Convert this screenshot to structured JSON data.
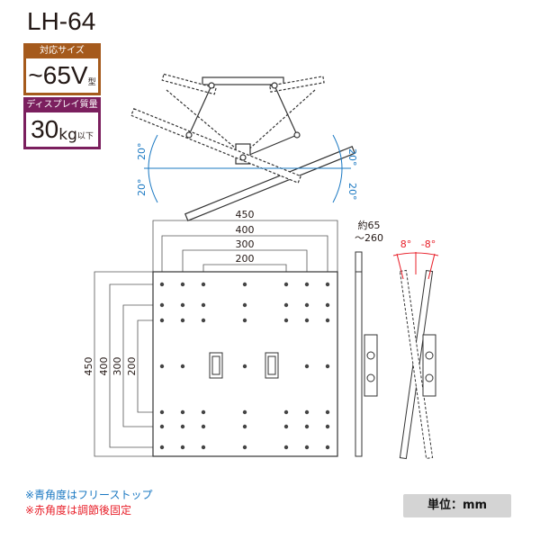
{
  "model": "LH-64",
  "size_box": {
    "header": "対応サイズ",
    "value": "~65V",
    "suffix": "型"
  },
  "weight_box": {
    "header": "ディスプレイ質量",
    "value": "30",
    "unit": "kg",
    "suffix": "以下"
  },
  "angles": {
    "swivel_left_up": "20°",
    "swivel_left_down": "20°",
    "swivel_right_up": "20°",
    "swivel_right_down": "20°",
    "tilt_up": "8°",
    "tilt_down": "-8°"
  },
  "dimensions": {
    "h450": "450",
    "h400": "400",
    "h300": "300",
    "h200": "200",
    "v450": "450",
    "v400": "400",
    "v300": "300",
    "v200": "200",
    "depth_line1": "約65",
    "depth_line2": "～260"
  },
  "notes": {
    "blue": "※青角度はフリーストップ",
    "red": "※赤角度は調節後固定"
  },
  "unit_label": "単位：mm",
  "colors": {
    "blue": "#1a78c2",
    "red": "#e8202a",
    "brown": "#a55a1c",
    "purple": "#7b1f5e"
  }
}
